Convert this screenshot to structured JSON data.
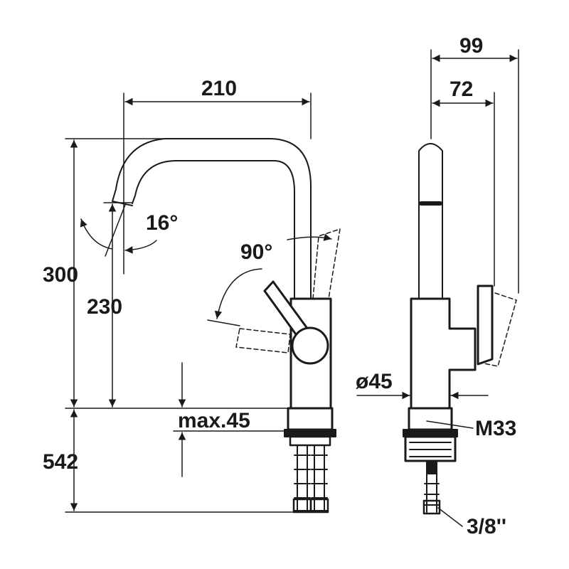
{
  "drawing": {
    "line_color": "#1a1a1a",
    "background": "#ffffff",
    "dimensions": {
      "width_spout": "210",
      "depth_total": "99",
      "depth_spout": "72",
      "height_total": "300",
      "height_spout": "230",
      "spout_angle": "16°",
      "lever_angle": "90°",
      "max_thickness": "max.45",
      "hose_length": "542",
      "base_diameter": "ø45",
      "thread": "M33",
      "connection": "3/8''"
    }
  }
}
